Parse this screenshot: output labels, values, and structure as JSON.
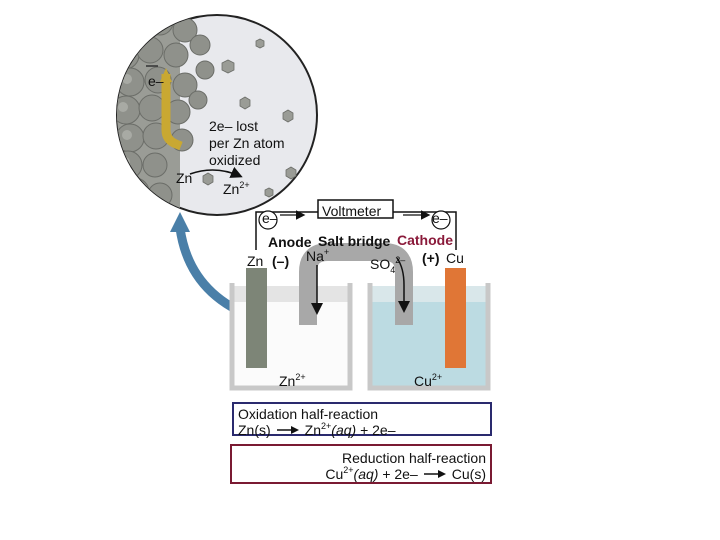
{
  "zoom": {
    "electron": "e–",
    "lost_line1": "2e– lost",
    "lost_line2": "per Zn atom",
    "lost_line3": "oxidized",
    "zn": "Zn",
    "zn2_base": "Zn",
    "zn2_charge": "2+"
  },
  "cell": {
    "voltmeter": "Voltmeter",
    "electron_left": "e–",
    "electron_right": "e–",
    "anode": "Anode",
    "salt_bridge": "Salt bridge",
    "cathode": "Cathode",
    "zn_electrode": "Zn",
    "anode_sign": "(–)",
    "na_base": "Na",
    "na_charge": "+",
    "so4_base": "SO",
    "so4_sub": "4",
    "so4_charge": "2–",
    "cathode_sign": "(+)",
    "cu_electrode": "Cu",
    "zn2_solution_base": "Zn",
    "zn2_solution_charge": "2+",
    "cu2_solution_base": "Cu",
    "cu2_solution_charge": "2+"
  },
  "oxidation": {
    "title": "Oxidation half-reaction",
    "left": "Zn(s)",
    "right_base": "Zn",
    "right_charge": "2+",
    "right_phase": "(aq)",
    "right_rest": " + 2e–"
  },
  "reduction": {
    "title": "Reduction half-reaction",
    "left_base": "Cu",
    "left_charge": "2+",
    "left_phase": "(aq)",
    "left_rest": " + 2e–",
    "right": "Cu(s)"
  },
  "colors": {
    "zinc_electrode": "#7d8577",
    "copper_electrode": "#e07636",
    "copper_solution": "#bcdbe2",
    "salt_bridge": "#a8a8a8",
    "blue_arrow": "#4a7fa8",
    "electron_path": "#c9a832",
    "cathode_text": "#8a1a3a",
    "oxidation_border": "#2a2a6e",
    "reduction_border": "#7a1a32"
  }
}
